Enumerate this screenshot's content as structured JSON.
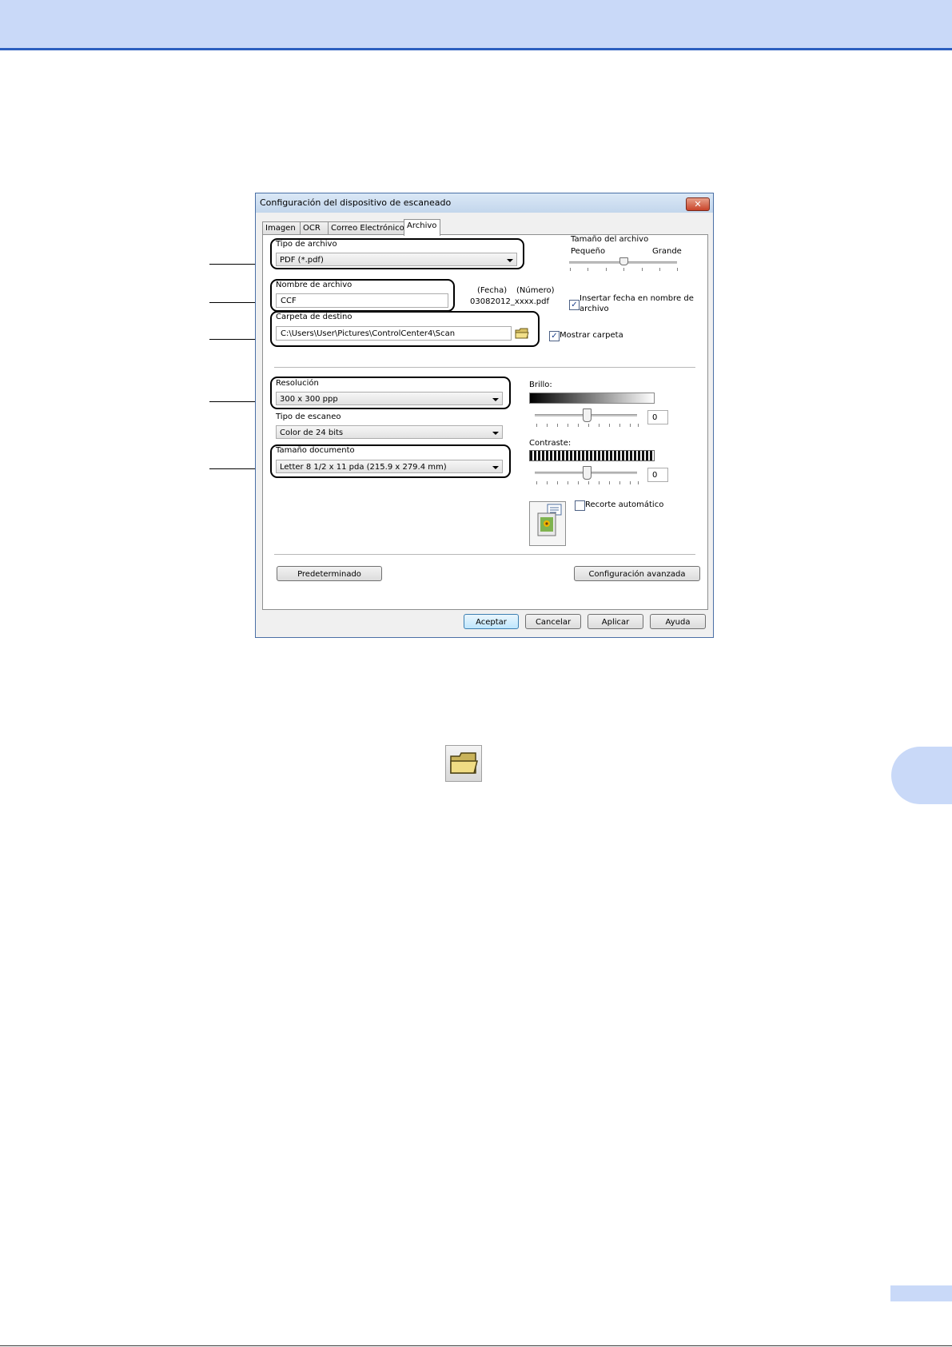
{
  "dialog": {
    "title": "Configuración del dispositivo de escaneado",
    "close_label": "✕",
    "tabs": [
      "Imagen",
      "OCR",
      "Correo Electrónico",
      "Archivo"
    ],
    "active_tab": "Archivo"
  },
  "file_type": {
    "label": "Tipo de archivo",
    "value": "PDF (*.pdf)"
  },
  "file_size": {
    "label": "Tamaño del archivo",
    "small": "Pequeño",
    "large": "Grande",
    "level": 0.5
  },
  "file_name": {
    "label": "Nombre de archivo",
    "value": "CCF",
    "date_label": "(Fecha)",
    "number_label": "(Número)",
    "example": "03082012_xxxx.pdf",
    "insert_date_label_line1": "Insertar fecha en nombre de",
    "insert_date_label_line2": "archivo",
    "insert_date_checked": true
  },
  "destination": {
    "label": "Carpeta de destino",
    "value": "C:\\Users\\User\\Pictures\\ControlCenter4\\Scan",
    "show_folder_label": "Mostrar carpeta",
    "show_folder_checked": true
  },
  "resolution": {
    "label": "Resolución",
    "value": "300 x 300 ppp"
  },
  "scan_type": {
    "label": "Tipo de escaneo",
    "value": "Color de 24 bits"
  },
  "doc_size": {
    "label": "Tamaño documento",
    "value": "Letter 8 1/2 x 11 pda (215.9 x 279.4 mm)"
  },
  "brightness": {
    "label": "Brillo:",
    "value": "0",
    "level": 0.5
  },
  "contrast": {
    "label": "Contraste:",
    "value": "0",
    "level": 0.5
  },
  "auto_crop": {
    "label": "Recorte automático",
    "checked": false
  },
  "buttons": {
    "default": "Predeterminado",
    "advanced": "Configuración avanzada",
    "ok": "Aceptar",
    "cancel": "Cancelar",
    "apply": "Aplicar",
    "help": "Ayuda"
  },
  "colors": {
    "accent_band": "#c9d9f8",
    "accent_rule": "#2c5fbf"
  }
}
